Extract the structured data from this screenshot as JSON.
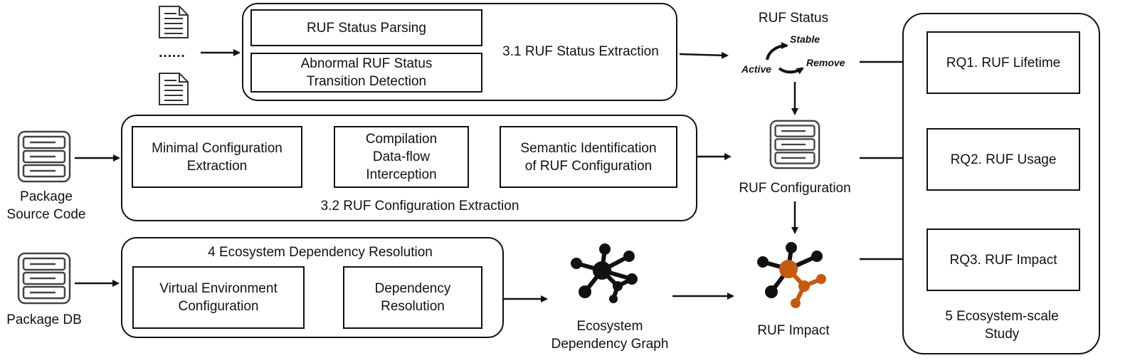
{
  "stage_status": {
    "title": "3.1 RUF Status Extraction",
    "boxes": [
      "RUF Status Parsing",
      "Abnormal RUF Status\nTransition Detection"
    ],
    "ellipsis": "......"
  },
  "stage_config": {
    "title": "3.2 RUF Configuration Extraction",
    "boxes": [
      "Minimal Configuration\nExtraction",
      "Compilation\nData-flow\nInterception",
      "Semantic Identification\nof RUF Configuration"
    ]
  },
  "stage_dep": {
    "title": "4 Ecosystem Dependency Resolution",
    "boxes": [
      "Virtual Environment\nConfiguration",
      "Dependency\nResolution"
    ]
  },
  "inputs": {
    "source_code": "Package\nSource Code",
    "db": "Package DB"
  },
  "ruf_status": {
    "title": "RUF Status",
    "states": [
      "Stable",
      "Active",
      "Remove"
    ]
  },
  "outputs": {
    "configuration": "RUF Configuration",
    "graph": "Ecosystem\nDependency Graph",
    "impact": "RUF Impact"
  },
  "study": {
    "title": "5 Ecosystem-scale\nStudy",
    "rqs": [
      "RQ1. RUF Lifetime",
      "RQ2. RUF Usage",
      "RQ3. RUF Impact"
    ]
  },
  "colors": {
    "stroke": "#111111",
    "accent": "#c55a11"
  },
  "icons": [
    "document-icon",
    "database-icon",
    "graph-icon"
  ]
}
